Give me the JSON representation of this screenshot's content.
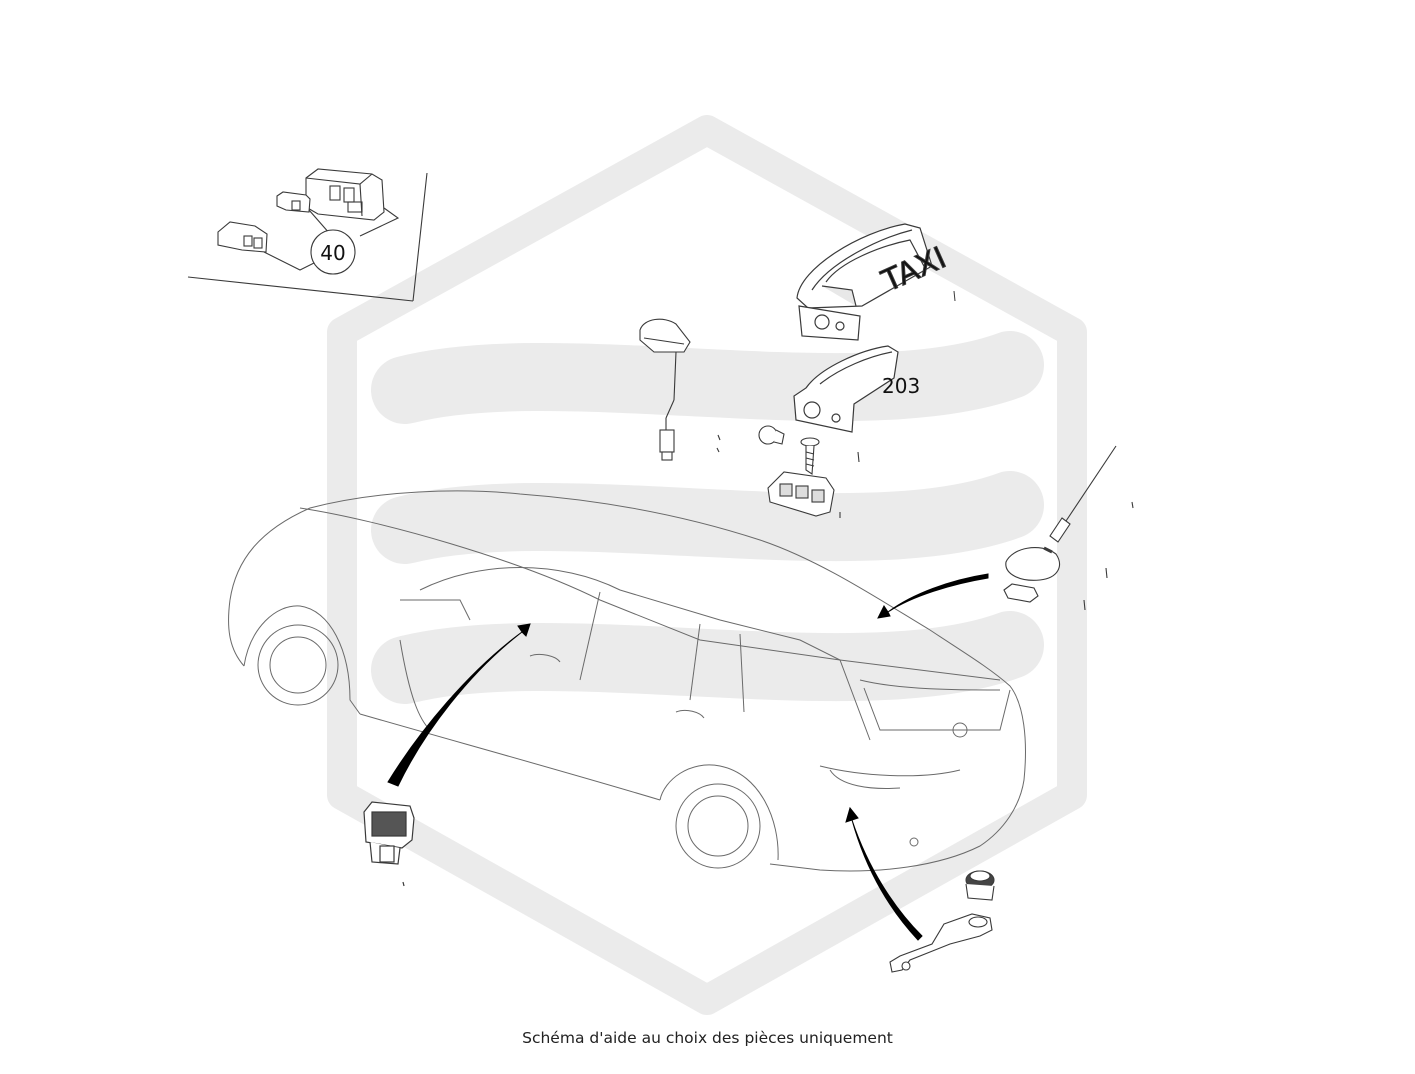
{
  "callouts": {
    "connector_kit": "40",
    "taxi_sign_base": "203"
  },
  "taxi_sign": {
    "text": "TAXI"
  },
  "caption": "Schéma d'aide au choix des pièces uniquement",
  "icons": {
    "watermark": "brand-hexagon-watermark-icon",
    "vehicle": "estate-car-outline-icon"
  },
  "colors": {
    "line": "#3a3a3a",
    "watermark": "#ebebeb",
    "arrow": "#000000"
  }
}
